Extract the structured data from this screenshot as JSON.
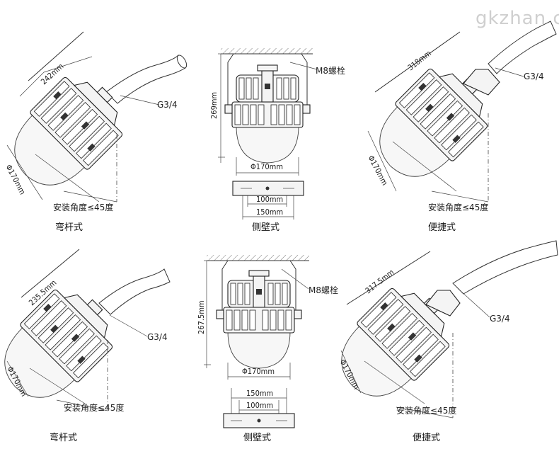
{
  "watermark": "gkzhan.com",
  "diagrams": [
    {
      "id": "top-left",
      "caption": "弯杆式",
      "length_dim": "242mm",
      "diameter_dim": "Φ170mm",
      "thread_label": "G3/4",
      "angle_label": "安装角度≤45度"
    },
    {
      "id": "top-center",
      "caption": "侧壁式",
      "height_dim": "269mm",
      "bolt_label": "M8螺栓",
      "diameter_dim": "Φ170mm",
      "hole_spacing_dim": "100mm",
      "bracket_width_dim": "150mm"
    },
    {
      "id": "top-right",
      "caption": "便捷式",
      "length_dim": "318mm",
      "diameter_dim": "Φ170mm",
      "thread_label": "G3/4",
      "angle_label": "安装角度≤45度"
    },
    {
      "id": "bottom-left",
      "caption": "弯杆式",
      "length_dim": "235.5mm",
      "diameter_dim": "Φ170mm",
      "thread_label": "G3/4",
      "angle_label": "安装角度≤45度"
    },
    {
      "id": "bottom-center",
      "caption": "侧壁式",
      "height_dim": "267.5mm",
      "bolt_label": "M8螺栓",
      "diameter_dim": "Φ170mm",
      "bracket_width_dim": "150mm",
      "hole_spacing_dim": "100mm"
    },
    {
      "id": "bottom-right",
      "caption": "便捷式",
      "length_dim": "317.5mm",
      "diameter_dim": "Φ170mm",
      "thread_label": "G3/4",
      "angle_label": "安装角度≤45度"
    }
  ]
}
